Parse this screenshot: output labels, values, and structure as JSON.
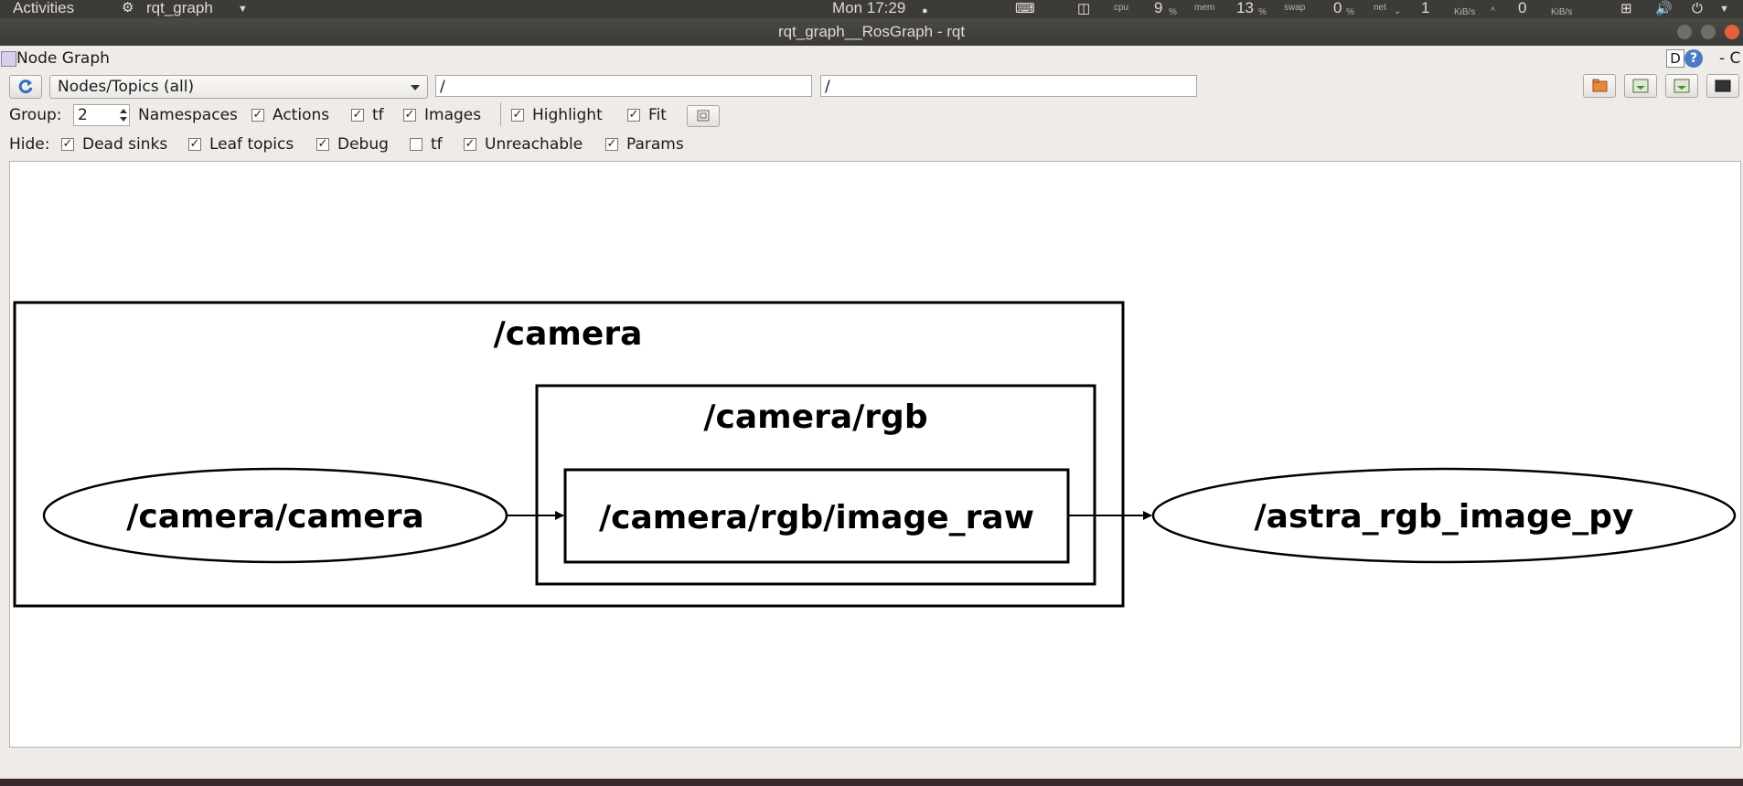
{
  "topbar": {
    "activities": "Activities",
    "app_name": "rqt_graph",
    "clock": "Mon 17:29",
    "cpu_label": "cpu",
    "cpu_value": "9",
    "mem_label": "mem",
    "mem_value": "13",
    "swap_label": "swap",
    "swap_value": "0",
    "net_label": "net",
    "net_down": "1",
    "net_up": "0",
    "unit_pct": "%",
    "unit_kibs": "KiB/s"
  },
  "window": {
    "title": "rqt_graph__RosGraph - rqt"
  },
  "panel": {
    "title": "Node Graph",
    "d_label": "D",
    "help_label": "?",
    "dash_label": "- C"
  },
  "toolbar": {
    "mode": "Nodes/Topics (all)",
    "filter_include": "/",
    "filter_exclude": "/"
  },
  "options": {
    "group_label": "Group:",
    "group_value": "2",
    "namespaces": "Namespaces",
    "actions": "Actions",
    "tf": "tf",
    "images": "Images",
    "highlight": "Highlight",
    "fit": "Fit"
  },
  "hide": {
    "label": "Hide:",
    "dead_sinks": "Dead sinks",
    "leaf_topics": "Leaf topics",
    "debug": "Debug",
    "tf": "tf",
    "unreachable": "Unreachable",
    "params": "Params"
  },
  "checks": {
    "namespaces": true,
    "actions": true,
    "tf": true,
    "images": true,
    "highlight": true,
    "fit": true,
    "dead_sinks": true,
    "leaf_topics": true,
    "debug": true,
    "hide_tf": false,
    "unreachable": true,
    "params": true
  },
  "graph": {
    "ns_camera": "/camera",
    "ns_camera_rgb": "/camera/rgb",
    "node_camera": "/camera/camera",
    "topic_image_raw": "/camera/rgb/image_raw",
    "node_astra": "/astra_rgb_image_py"
  },
  "colors": {
    "topbar": "#3c3b37",
    "canvas": "#ffffff",
    "close_button": "#e4623a"
  }
}
